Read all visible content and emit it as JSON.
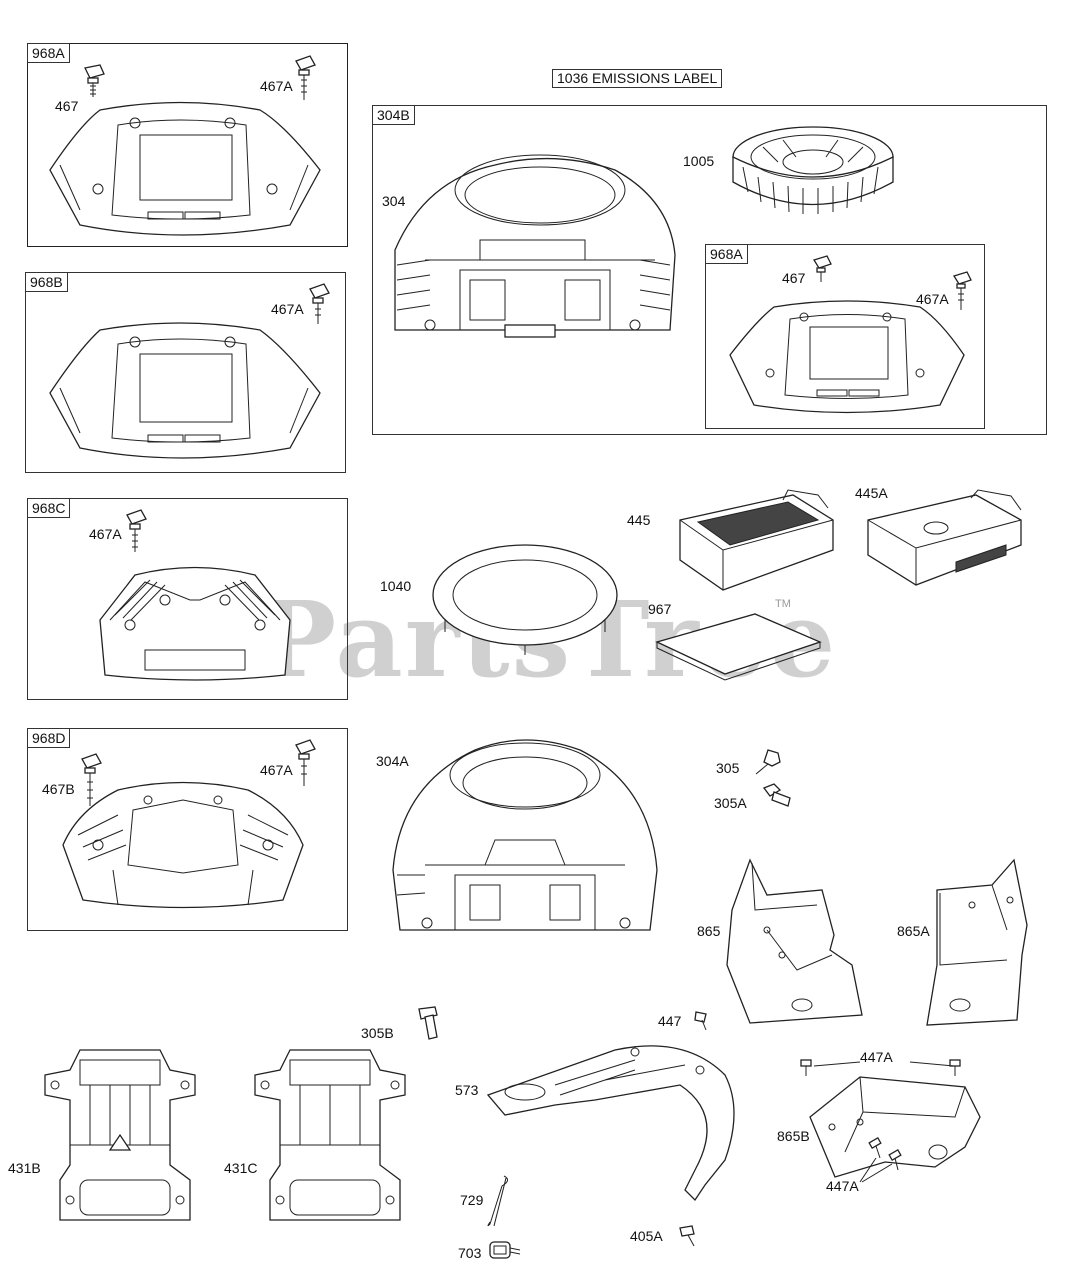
{
  "watermark": "PartsTree",
  "trademark": "TM",
  "emissions_label": "1036 EMISSIONS LABEL",
  "boxes": {
    "b968A_top": "968A",
    "b968B": "968B",
    "b968C": "968C",
    "b968D": "968D",
    "b304B": "304B",
    "b968A_inner": "968A"
  },
  "labels": {
    "p467_top": "467",
    "p467A_top": "467A",
    "p467A_968B": "467A",
    "p467A_968C": "467A",
    "p467B_968D": "467B",
    "p467A_968D": "467A",
    "p304": "304",
    "p1005": "1005",
    "p467_inner": "467",
    "p467A_inner": "467A",
    "p445": "445",
    "p445A": "445A",
    "p1040": "1040",
    "p967": "967",
    "p304A": "304A",
    "p305": "305",
    "p305A": "305A",
    "p865": "865",
    "p865A": "865A",
    "p447": "447",
    "p447A_top": "447A",
    "p305B": "305B",
    "p573": "573",
    "p431B": "431B",
    "p431C": "431C",
    "p865B": "865B",
    "p447A_bottom": "447A",
    "p729": "729",
    "p703": "703",
    "p405A": "405A"
  }
}
